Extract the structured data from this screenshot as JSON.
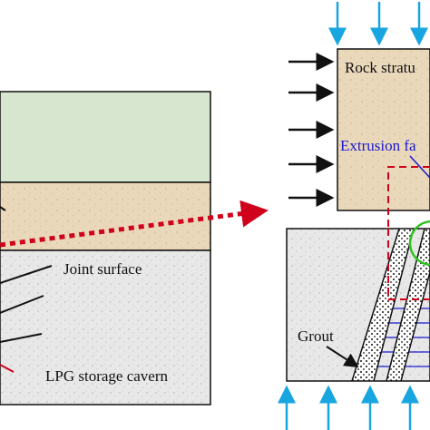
{
  "labels": {
    "rock_strata": "Rock stratu",
    "extrusion": "Extrusion fa",
    "joint_surface": "Joint surface",
    "lpg_cavern": "LPG storage cavern",
    "grout": "Grout"
  },
  "colors": {
    "green_layer": "#d6e6cf",
    "tan_layer": "#e9d6b8",
    "rock_gray": "#e6e6e6",
    "red_accent": "#d0021b",
    "blue_arrow": "#19a6e0",
    "blue_line": "#1a1acc",
    "green_circle": "#2fc21f",
    "black": "#111111"
  }
}
